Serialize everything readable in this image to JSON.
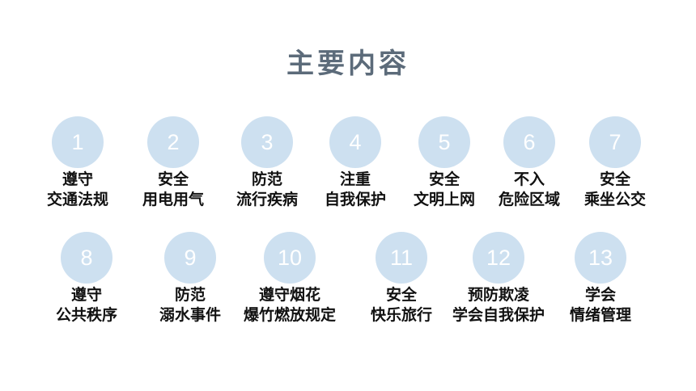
{
  "title": "主要内容",
  "colors": {
    "title": "#5c6b7a",
    "circle": "#cde0f0",
    "number": "#ffffff",
    "label": "#111111"
  },
  "items": [
    {
      "number": "1",
      "line1": "遵守",
      "line2": "交通法规"
    },
    {
      "number": "2",
      "line1": "安全",
      "line2": "用电用气"
    },
    {
      "number": "3",
      "line1": "防范",
      "line2": "流行疾病"
    },
    {
      "number": "4",
      "line1": "注重",
      "line2": "自我保护"
    },
    {
      "number": "5",
      "line1": "安全",
      "line2": "文明上网"
    },
    {
      "number": "6",
      "line1": "不入",
      "line2": "危险区域"
    },
    {
      "number": "7",
      "line1": "安全",
      "line2": "乘坐公交"
    },
    {
      "number": "8",
      "line1": "遵守",
      "line2": "公共秩序"
    },
    {
      "number": "9",
      "line1": "防范",
      "line2": "溺水事件"
    },
    {
      "number": "10",
      "line1": "遵守烟花",
      "line2": "爆竹燃放规定"
    },
    {
      "number": "11",
      "line1": "安全",
      "line2": "快乐旅行"
    },
    {
      "number": "12",
      "line1": "预防欺凌",
      "line2": "学会自我保护"
    },
    {
      "number": "13",
      "line1": "学会",
      "line2": "情绪管理"
    }
  ]
}
